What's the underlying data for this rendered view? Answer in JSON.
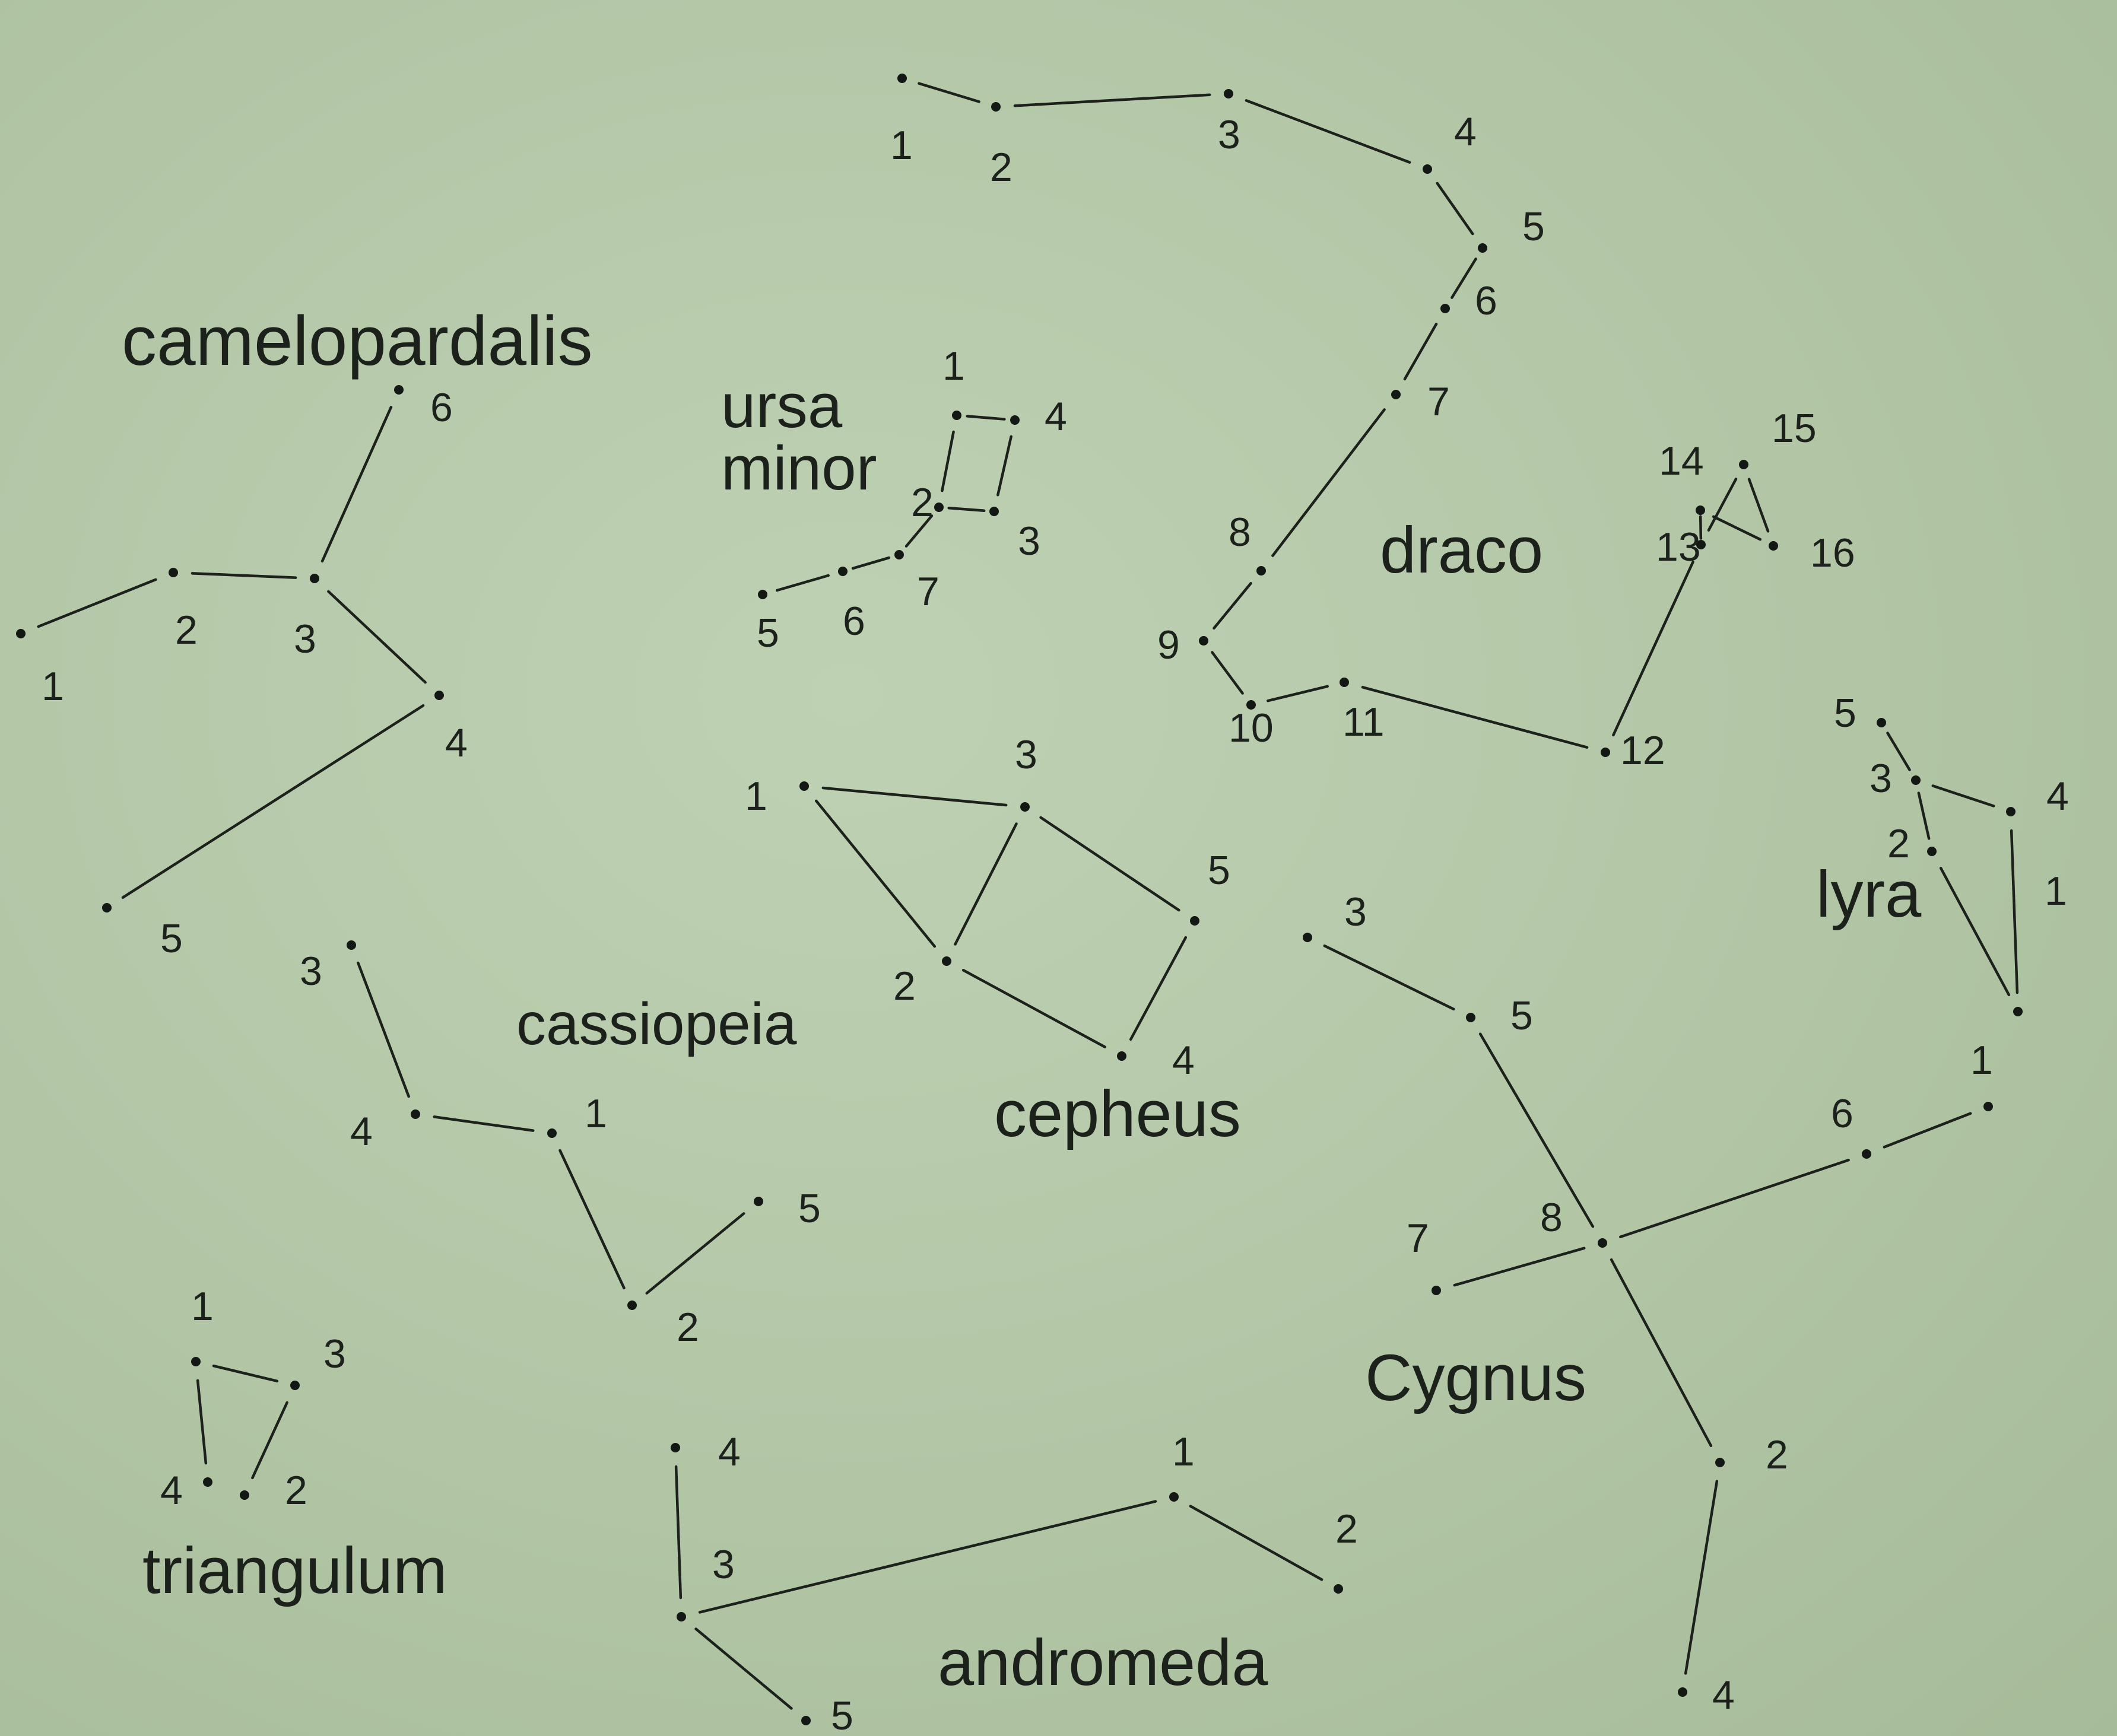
{
  "constellations": [
    {
      "name": "camelopardalis",
      "stars": [
        {
          "label": "1"
        },
        {
          "label": "2"
        },
        {
          "label": "3"
        },
        {
          "label": "4"
        },
        {
          "label": "5"
        },
        {
          "label": "6"
        }
      ],
      "lines": [
        [
          0,
          1
        ],
        [
          1,
          2
        ],
        [
          2,
          3
        ],
        [
          3,
          4
        ],
        [
          2,
          5
        ]
      ]
    },
    {
      "name": "ursa\nminor",
      "stars": [
        {
          "label": "1"
        },
        {
          "label": "2"
        },
        {
          "label": "3"
        },
        {
          "label": "4"
        },
        {
          "label": "5"
        },
        {
          "label": "6"
        },
        {
          "label": "7"
        }
      ],
      "lines": [
        [
          0,
          3
        ],
        [
          0,
          1
        ],
        [
          1,
          2
        ],
        [
          3,
          2
        ],
        [
          1,
          6
        ],
        [
          6,
          5
        ],
        [
          5,
          4
        ]
      ]
    },
    {
      "name": "draco",
      "stars": [
        {
          "label": "1"
        },
        {
          "label": "2"
        },
        {
          "label": "3"
        },
        {
          "label": "4"
        },
        {
          "label": "5"
        },
        {
          "label": "6"
        },
        {
          "label": "7"
        },
        {
          "label": "8"
        },
        {
          "label": "9"
        },
        {
          "label": "10"
        },
        {
          "label": "11"
        },
        {
          "label": "12"
        },
        {
          "label": "13"
        },
        {
          "label": "14"
        },
        {
          "label": "15"
        },
        {
          "label": "16"
        }
      ],
      "lines": [
        [
          0,
          1
        ],
        [
          1,
          2
        ],
        [
          2,
          3
        ],
        [
          3,
          4
        ],
        [
          4,
          5
        ],
        [
          5,
          6
        ],
        [
          6,
          7
        ],
        [
          7,
          8
        ],
        [
          8,
          9
        ],
        [
          9,
          10
        ],
        [
          10,
          11
        ],
        [
          11,
          12
        ],
        [
          12,
          13
        ],
        [
          13,
          14
        ],
        [
          14,
          15
        ],
        [
          15,
          12
        ]
      ]
    },
    {
      "name": "lyra",
      "stars": [
        {
          "label": "1"
        },
        {
          "label": "2"
        },
        {
          "label": "3"
        },
        {
          "label": "4"
        },
        {
          "label": "5"
        }
      ],
      "lines": [
        [
          4,
          2
        ],
        [
          2,
          3
        ],
        [
          2,
          1
        ],
        [
          1,
          0
        ],
        [
          3,
          0
        ]
      ]
    },
    {
      "name": "cepheus",
      "stars": [
        {
          "label": "1"
        },
        {
          "label": "2"
        },
        {
          "label": "3"
        },
        {
          "label": "4"
        },
        {
          "label": "5"
        }
      ],
      "lines": [
        [
          0,
          2
        ],
        [
          0,
          1
        ],
        [
          2,
          1
        ],
        [
          2,
          4
        ],
        [
          1,
          3
        ],
        [
          4,
          3
        ]
      ]
    },
    {
      "name": "cassiopeia",
      "stars": [
        {
          "label": "1"
        },
        {
          "label": "2"
        },
        {
          "label": "3"
        },
        {
          "label": "4"
        },
        {
          "label": "5"
        }
      ],
      "lines": [
        [
          2,
          3
        ],
        [
          3,
          0
        ],
        [
          0,
          1
        ],
        [
          1,
          4
        ]
      ]
    },
    {
      "name": "Cygnus",
      "stars": [
        {
          "label": "1"
        },
        {
          "label": "2"
        },
        {
          "label": "3"
        },
        {
          "label": "4"
        },
        {
          "label": "5"
        },
        {
          "label": "6"
        },
        {
          "label": "7"
        },
        {
          "label": "8"
        }
      ],
      "lines": [
        [
          2,
          4
        ],
        [
          4,
          7
        ],
        [
          7,
          6
        ],
        [
          7,
          5
        ],
        [
          5,
          0
        ],
        [
          7,
          1
        ],
        [
          1,
          3
        ]
      ]
    },
    {
      "name": "triangulum",
      "stars": [
        {
          "label": "1"
        },
        {
          "label": "2"
        },
        {
          "label": "3"
        },
        {
          "label": "4"
        }
      ],
      "lines": [
        [
          0,
          2
        ],
        [
          0,
          3
        ],
        [
          1,
          2
        ]
      ]
    },
    {
      "name": "andromeda",
      "stars": [
        {
          "label": "1"
        },
        {
          "label": "2"
        },
        {
          "label": "3"
        },
        {
          "label": "4"
        },
        {
          "label": "5"
        }
      ],
      "lines": [
        [
          3,
          2
        ],
        [
          2,
          0
        ],
        [
          0,
          1
        ],
        [
          2,
          4
        ]
      ]
    }
  ]
}
